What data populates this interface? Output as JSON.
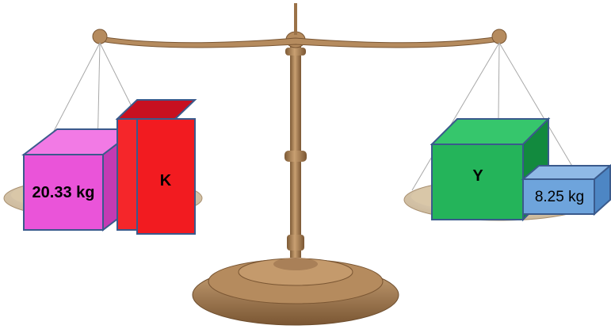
{
  "left_pan": {
    "box_weight": {
      "label": "20.33 kg",
      "color": "#ea54d9"
    },
    "box_k": {
      "label": "K",
      "color": "#f5262a"
    }
  },
  "right_pan": {
    "box_y": {
      "label": "Y",
      "color": "#24b45a"
    },
    "box_weight": {
      "label": "8.25 kg",
      "color": "#6ea4dc"
    }
  },
  "colors": {
    "bronze": "#b58b5e",
    "bronze_dark": "#8a6640",
    "pan": "#e5d6bf",
    "box_border": "#3a5a8c"
  }
}
